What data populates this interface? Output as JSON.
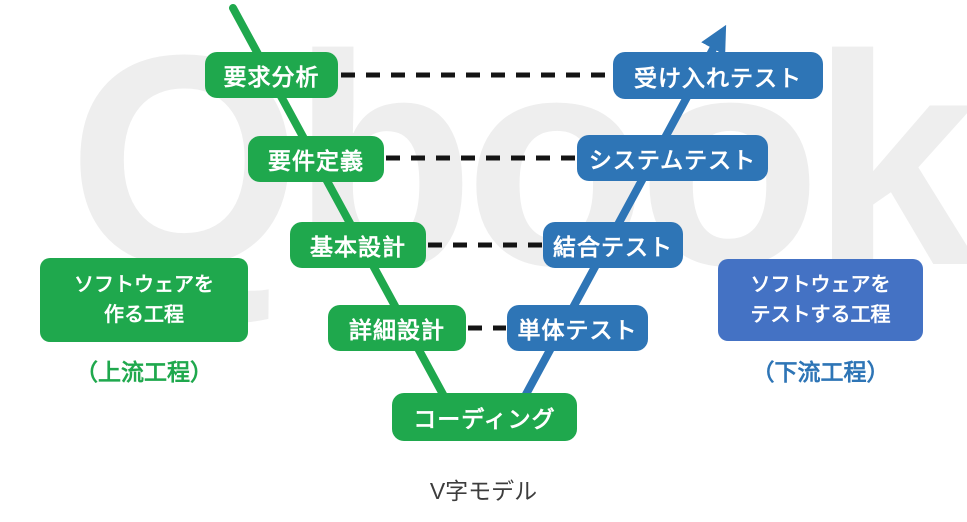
{
  "diagram": {
    "caption": "V字モデル",
    "watermark": "Qbook"
  },
  "left_flow": {
    "heading_box": {
      "line1": "ソフトウェアを",
      "line2": "作る工程"
    },
    "subheading": "（上流工程）",
    "steps": [
      {
        "label": "要求分析"
      },
      {
        "label": "要件定義"
      },
      {
        "label": "基本設計"
      },
      {
        "label": "詳細設計"
      }
    ]
  },
  "right_flow": {
    "heading_box": {
      "line1": "ソフトウェアを",
      "line2": "テストする工程"
    },
    "subheading": "（下流工程）",
    "steps": [
      {
        "label": "受け入れテスト"
      },
      {
        "label": "システムテスト"
      },
      {
        "label": "結合テスト"
      },
      {
        "label": "単体テスト"
      }
    ]
  },
  "bottom_step": {
    "label": "コーディング"
  },
  "colors": {
    "process_green": "#1FA84D",
    "test_blue": "#2E75B6",
    "heading_label_blue": "#4472C4",
    "connector_dash_black": "#141414",
    "caption_text": "#3D3D3D",
    "watermark_gray": "#EEEEEE"
  }
}
